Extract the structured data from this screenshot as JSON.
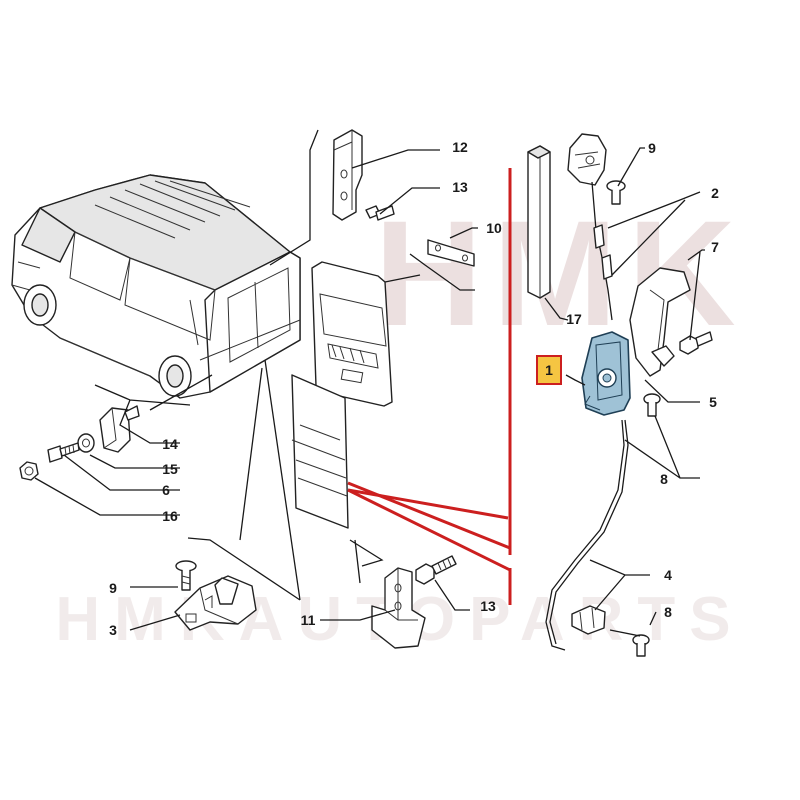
{
  "watermark": {
    "top": "HMK",
    "bottom": "HMKAUTOPARTS",
    "color": "#c9a7a7"
  },
  "colors": {
    "line": "#1a1a1a",
    "callout": "#cc1f1f",
    "highlight_fill": "#f5c542",
    "highlight_border": "#cc1f1f",
    "latch_part": "#9fc2d6"
  },
  "labels": {
    "l1": "1",
    "l2": "2",
    "l3": "3",
    "l4": "4",
    "l5": "5",
    "l6": "6",
    "l7": "7",
    "l8a": "8",
    "l8b": "8",
    "l9a": "9",
    "l9b": "9",
    "l10": "10",
    "l11": "11",
    "l12": "12",
    "l13a": "13",
    "l13b": "13",
    "l14": "14",
    "l15": "15",
    "l16": "16",
    "l17": "17"
  }
}
